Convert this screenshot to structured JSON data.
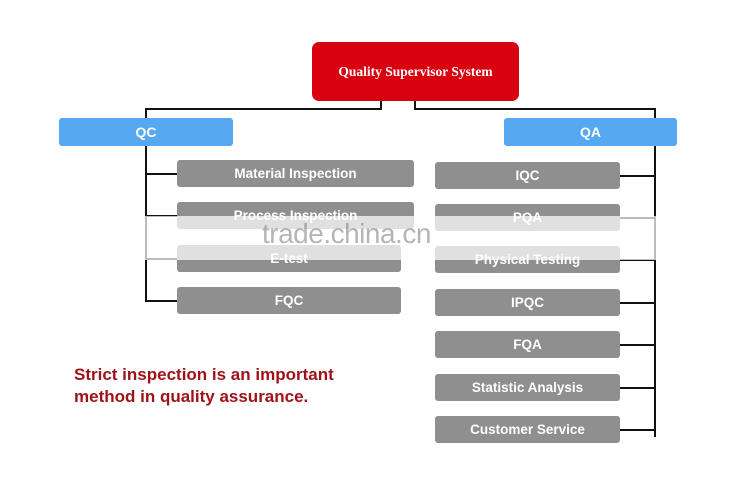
{
  "root": {
    "label": "Quality Supervisor System"
  },
  "qc": {
    "label": "QC",
    "items": [
      "Material Inspection",
      "Process Inspection",
      "E-test",
      "FQC"
    ]
  },
  "qa": {
    "label": "QA",
    "items": [
      "IQC",
      "PQA",
      "Physical Testing",
      "IPQC",
      "FQA",
      "Statistic Analysis",
      "Customer Service"
    ]
  },
  "note": "Strict inspection is an important method in quality assurance.",
  "watermark": "trade.china.cn",
  "colors": {
    "root": "#d9000f",
    "category": "#56a9f0",
    "item": "#8f8f8f",
    "note": "#a0121a"
  }
}
